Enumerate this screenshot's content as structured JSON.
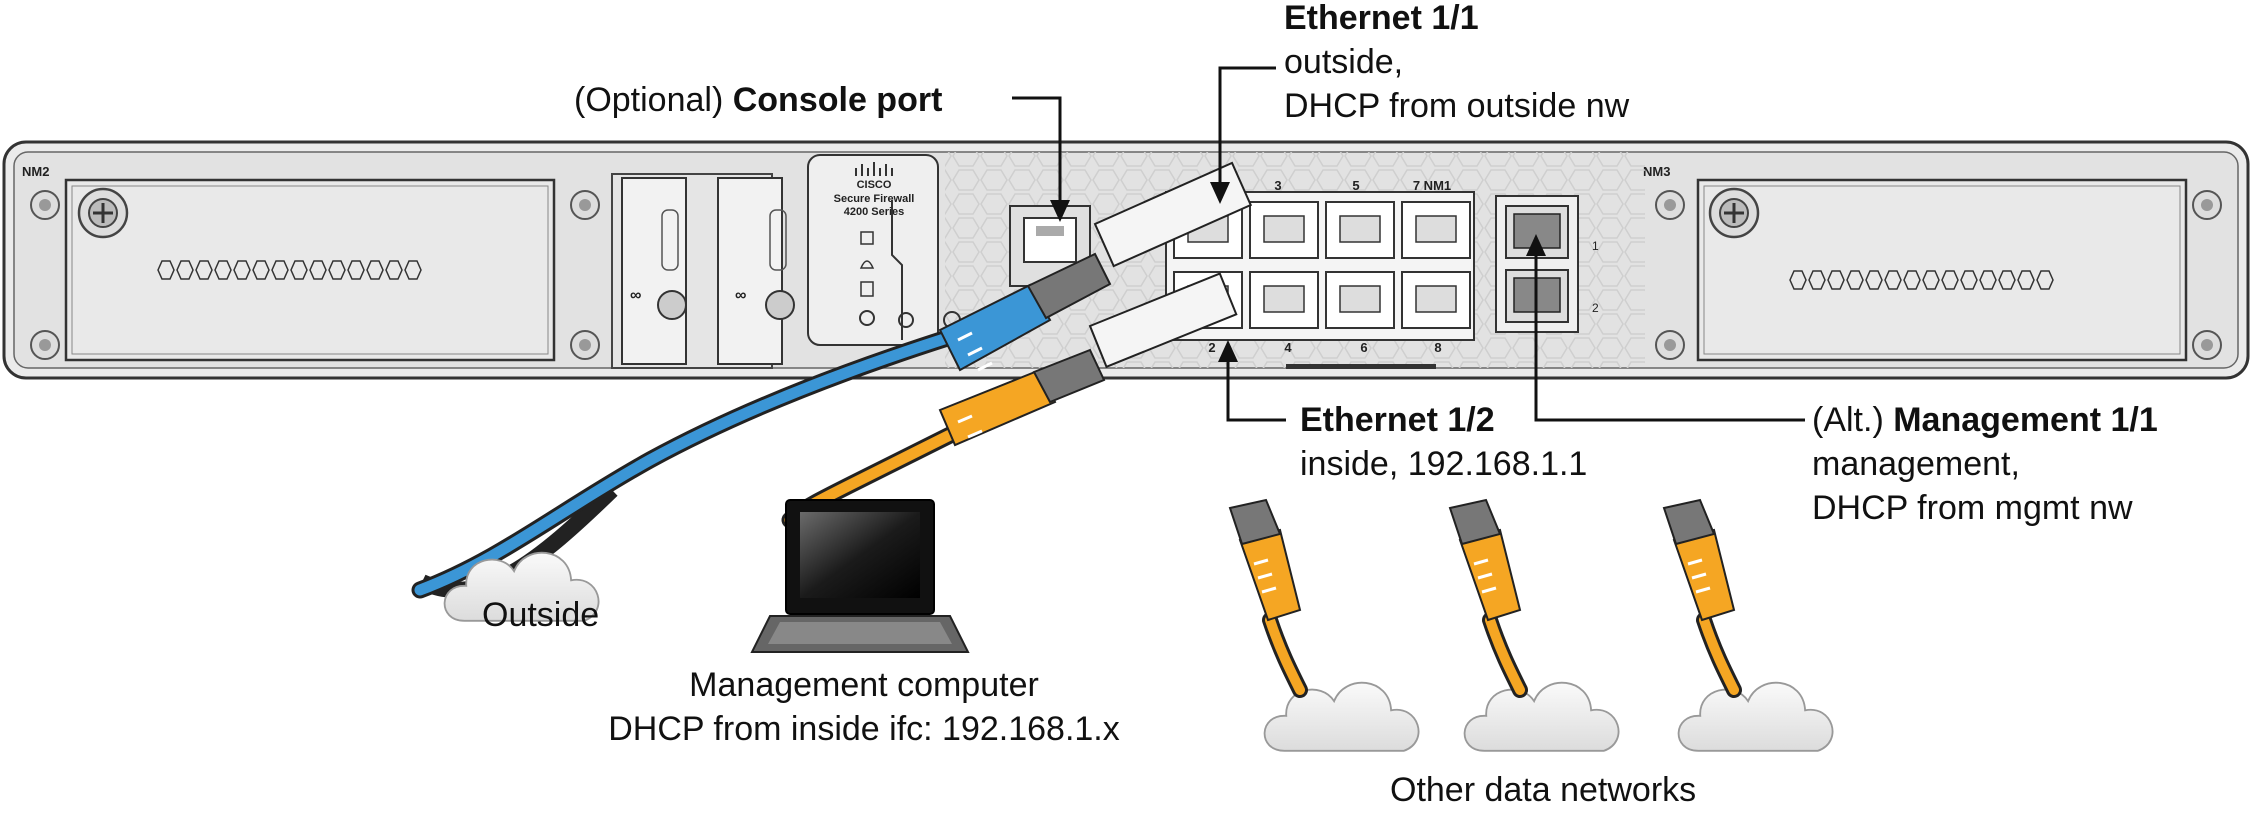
{
  "device": {
    "logo_text": "CISCO",
    "model_line1": "Secure Firewall",
    "model_line2": "4200 Series",
    "slot_left": "NM2",
    "slot_right": "NM3",
    "port_nums_top": [
      "3",
      "5",
      "7 NM1"
    ],
    "port_nums_bottom": [
      "2",
      "4",
      "6",
      "8"
    ],
    "mgmt_nums": [
      "1",
      "2"
    ]
  },
  "labels": {
    "console": {
      "prefix": "(Optional)",
      "bold": "Console port"
    },
    "eth11": {
      "bold": "Ethernet 1/1",
      "line2": "outside,",
      "line3": "DHCP from outside nw"
    },
    "eth12": {
      "bold": "Ethernet 1/2",
      "line2": "inside, 192.168.1.1"
    },
    "mgmt": {
      "prefix": "(Alt.)",
      "bold": "Management 1/1",
      "line2": "management,",
      "line3": "DHCP from mgmt nw"
    },
    "outside_cloud": "Outside",
    "computer": {
      "line1": "Management computer",
      "line2": "DHCP from inside ifc: 192.168.1.x"
    },
    "other_networks": "Other data networks"
  },
  "colors": {
    "chassis": "#e6e6e6",
    "chassis_dark": "#333333",
    "blue_cable": "#3b96d6",
    "orange_cable": "#f5a623",
    "cloud": "#f2f2f2"
  }
}
